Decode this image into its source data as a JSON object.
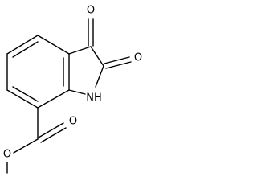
{
  "molecule": {
    "atoms": {
      "o_c3": "O",
      "o_c2": "O",
      "nh": "NH",
      "o_carbonyl": "O",
      "o_ester": "O"
    }
  },
  "colors": {
    "bond": "#000000",
    "label": "#000000",
    "background": "#ffffff"
  }
}
